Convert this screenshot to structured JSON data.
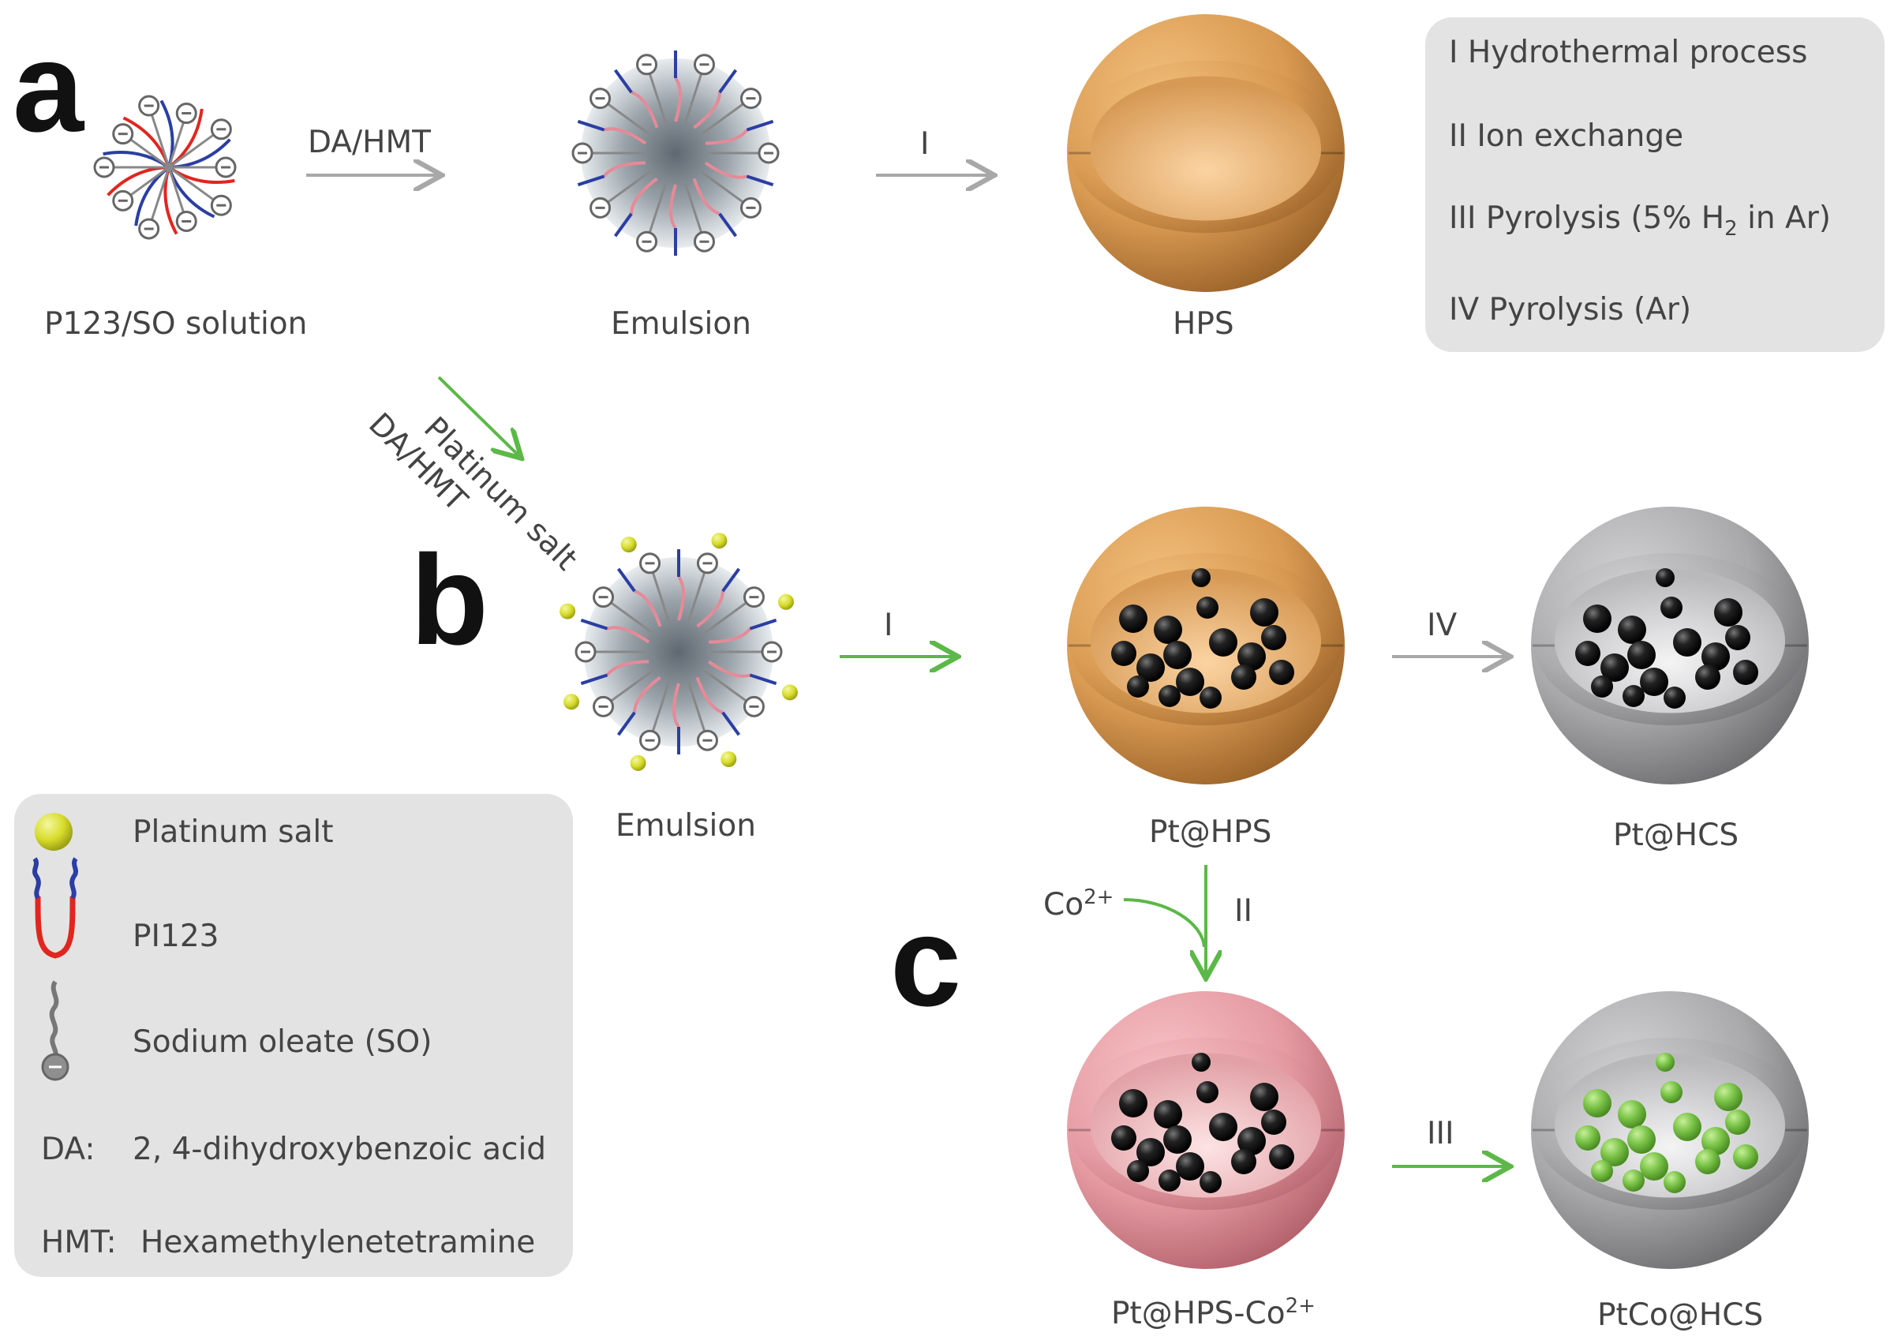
{
  "panels": {
    "a": "a",
    "b": "b",
    "c": "c"
  },
  "labels": {
    "p123_solution": "P123/SO solution",
    "emulsion_a": "Emulsion",
    "hps": "HPS",
    "emulsion_b": "Emulsion",
    "pt_hps": "Pt@HPS",
    "pt_hcs": "Pt@HCS",
    "pt_hps_co_base": "Pt@HPS-Co",
    "pt_hps_co_sup": "2+",
    "ptco_hcs": "PtCo@HCS"
  },
  "arrows": {
    "da_hmt_top": "DA/HMT",
    "step_I_top": "I",
    "platinum_salt": "Platinum salt",
    "da_hmt_diag": "DA/HMT",
    "step_I_b": "I",
    "step_IV": "IV",
    "co_base": "Co",
    "co_sup": "2+",
    "step_II": "II",
    "step_III": "III"
  },
  "steps": {
    "s1": "I  Hydrothermal process",
    "s2": "II  Ion exchange",
    "s3_pre": "III  Pyrolysis (5% H",
    "s3_sub": "2",
    "s3_post": " in Ar)",
    "s4": "IV  Pyrolysis (Ar)"
  },
  "legend": {
    "platinum_salt": "Platinum salt",
    "pi123": "PI123",
    "so": "Sodium oleate (SO)",
    "da_key": "DA:",
    "da_val": "2, 4-dihydroxybenzoic acid",
    "hmt_key": "HMT:",
    "hmt_val": "Hexamethylenetetramine"
  },
  "colors": {
    "orange_shell": "#d99a52",
    "pink_shell": "#e59aa2",
    "gray_shell": "#a9a9ab",
    "pt_particle": "#1a1a1a",
    "ptco_particle": "#7cc54a",
    "platinum_salt": "#d7dc2a",
    "green_arrow": "#5cb848",
    "gray_arrow": "#a8a8a8"
  }
}
